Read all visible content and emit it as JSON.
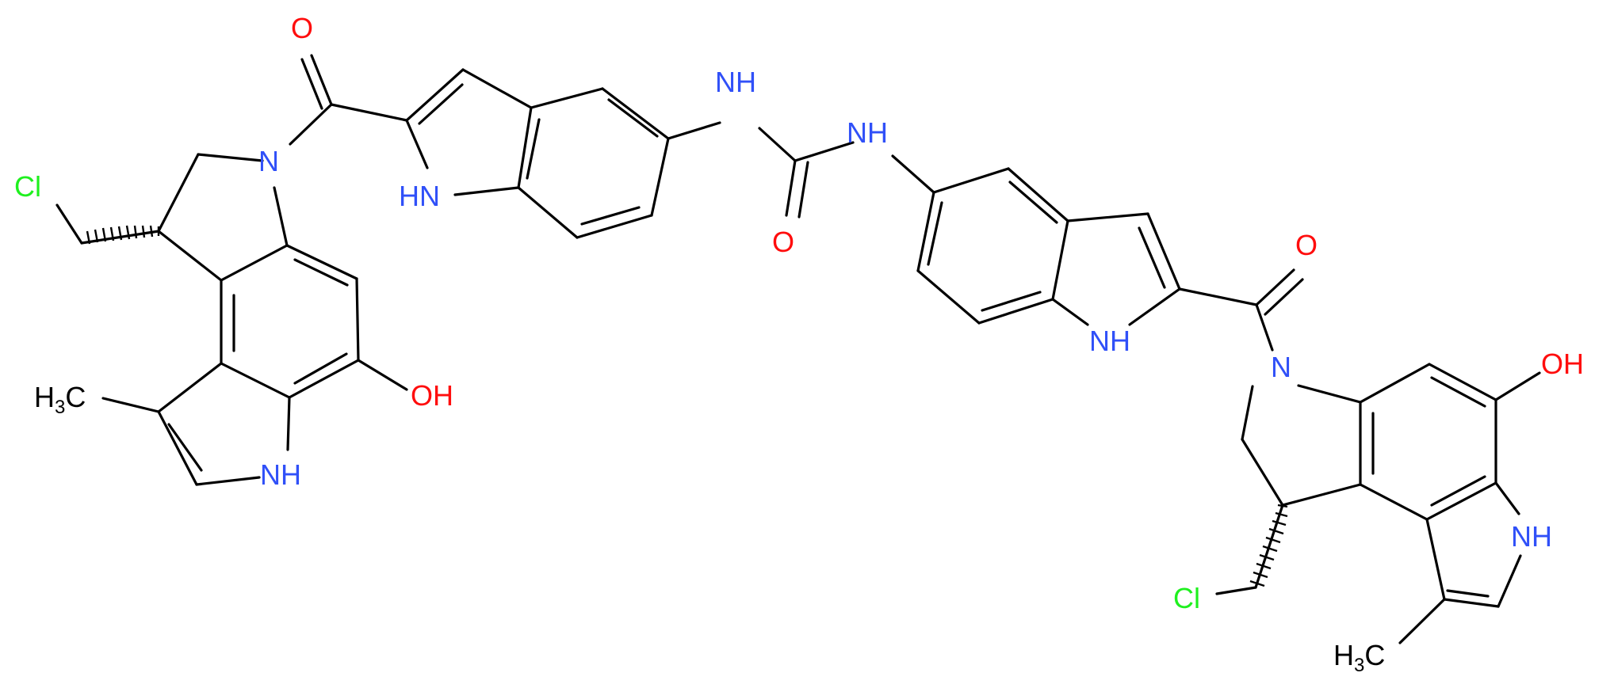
{
  "colors": {
    "bond": "#000000",
    "N": "#3050F8",
    "O": "#FF0D0D",
    "Cl": "#1FF01F",
    "C": "#000000"
  },
  "labels": {
    "cl_left": "Cl",
    "o_carbonyl_left": "O",
    "n_left_ring": "N",
    "hn_left_indole": "HN",
    "nh_urea_left": "NH",
    "nh_urea_right": "NH",
    "o_urea": "O",
    "h3c_left": "H3C",
    "oh_left": "OH",
    "nh_left_pyrrole": "NH",
    "o_carbonyl_right": "O",
    "nh_right_indole": "NH",
    "n_right_ring": "N",
    "oh_right": "OH",
    "nh_right_pyrrole": "NH",
    "cl_right": "Cl",
    "h3c_right": "H3C"
  }
}
